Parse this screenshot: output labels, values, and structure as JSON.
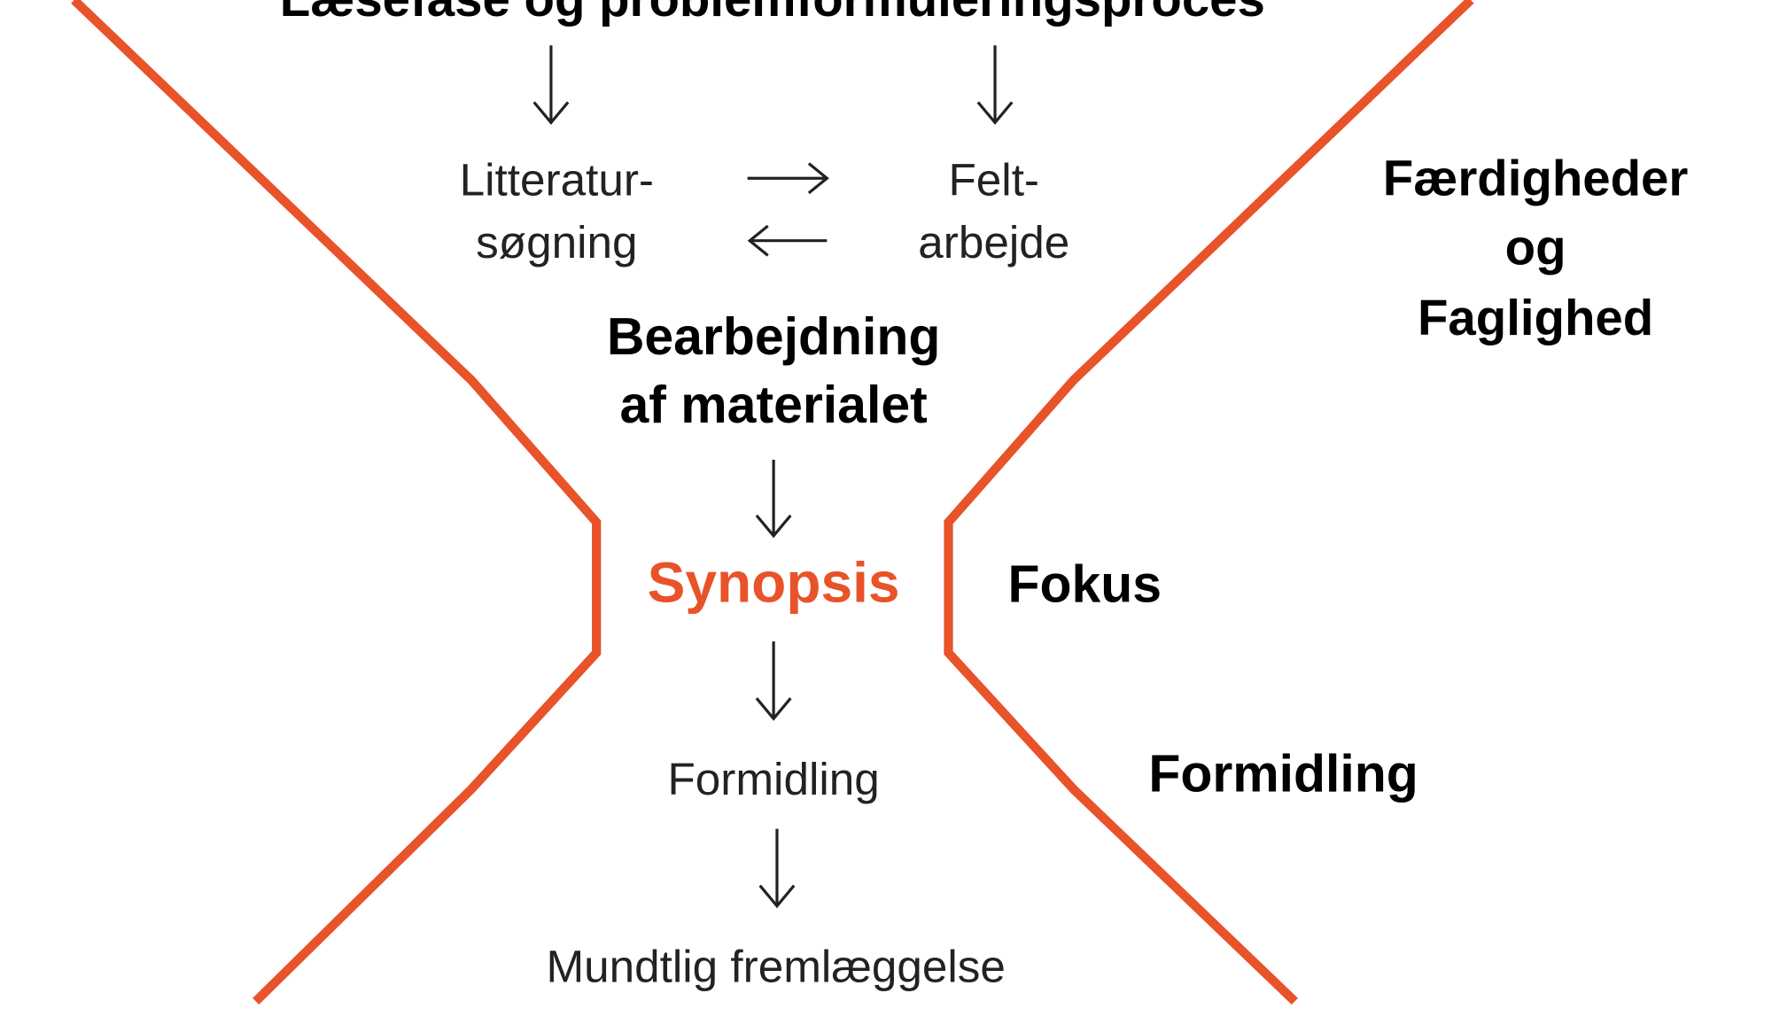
{
  "colors": {
    "accent": "#e8532a",
    "text": "#000000"
  },
  "top_heading": "Læsefase og problemformuleringsproces",
  "literature": {
    "line1": "Litteratur-",
    "line2": "søgning"
  },
  "fieldwork": {
    "line1": "Felt-",
    "line2": "arbejde"
  },
  "processing": {
    "line1": "Bearbejdning",
    "line2": "af materialet"
  },
  "synopsis": "Synopsis",
  "communication_step": "Formidling",
  "oral_presentation": "Mundtlig fremlæggelse",
  "side_labels": {
    "skills": {
      "line1": "Færdigheder",
      "line2": "og",
      "line3": "Faglighed"
    },
    "focus": "Fokus",
    "communication": "Formidling"
  }
}
